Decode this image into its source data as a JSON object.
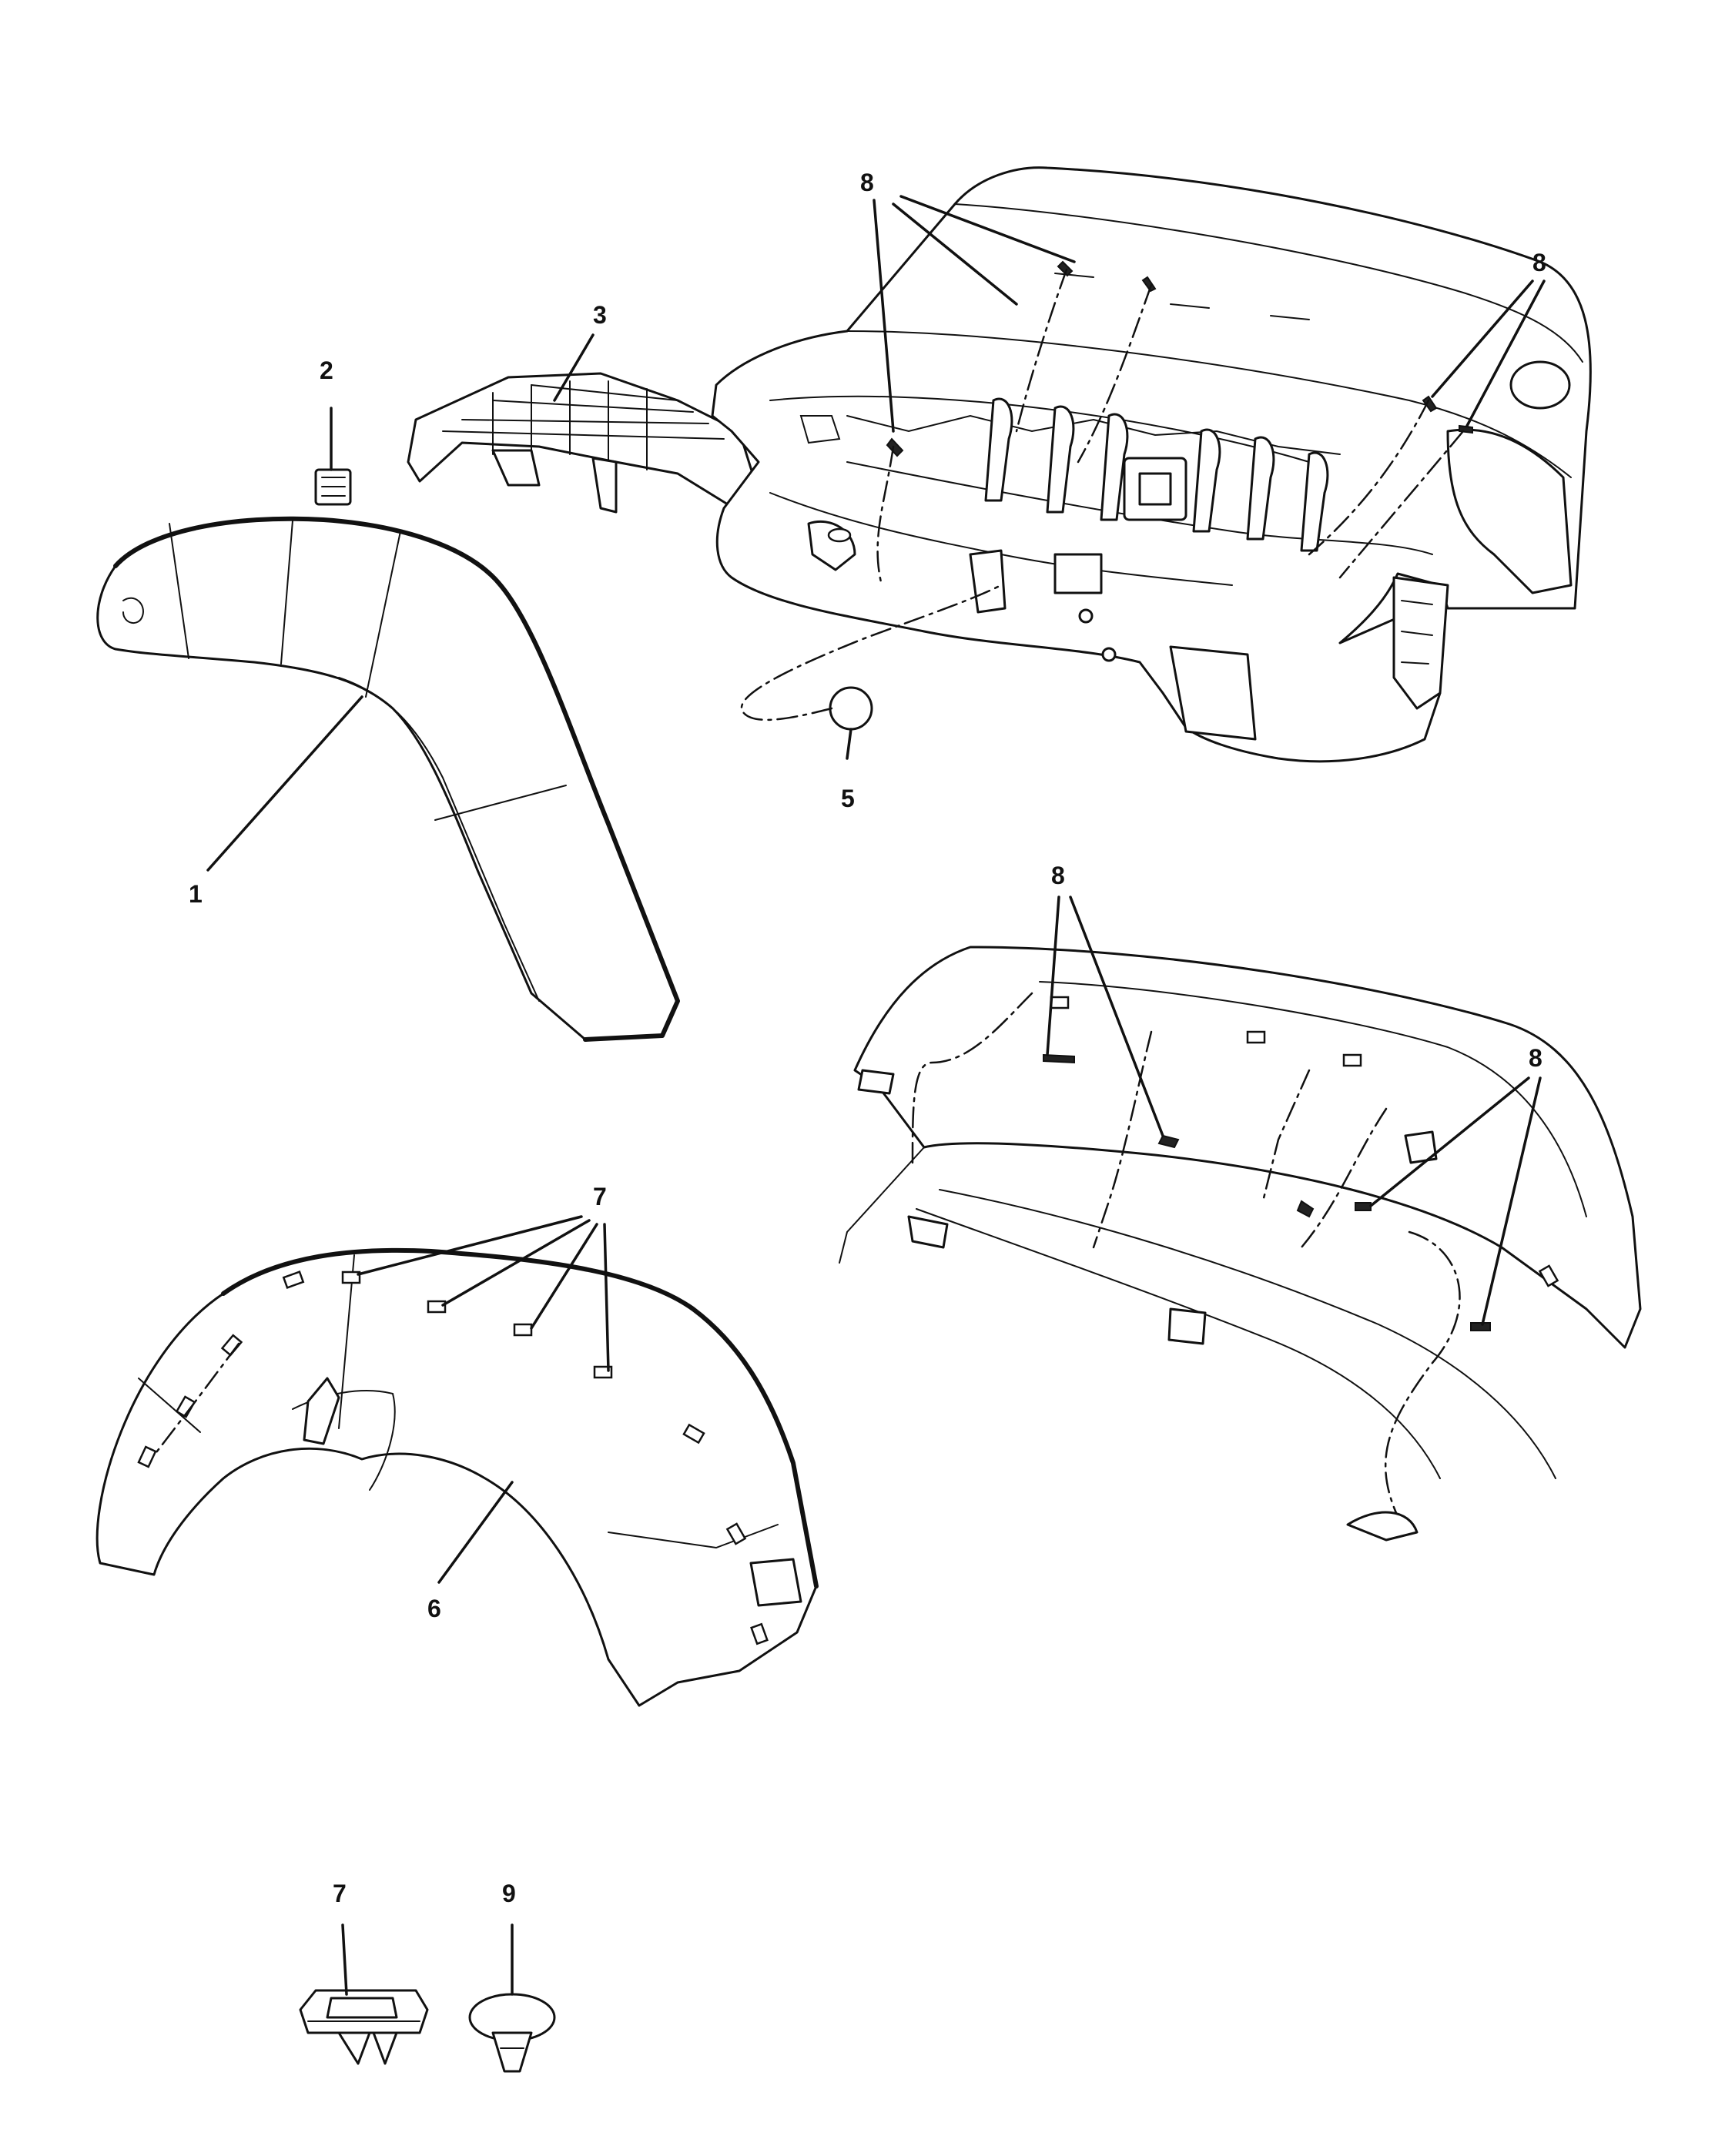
{
  "callouts": [
    {
      "id": "c1",
      "text": "1"
    },
    {
      "id": "c2",
      "text": "2"
    },
    {
      "id": "c3",
      "text": "3"
    },
    {
      "id": "c5",
      "text": "5"
    },
    {
      "id": "c6",
      "text": "6"
    },
    {
      "id": "c7a",
      "text": "7"
    },
    {
      "id": "c7b",
      "text": "7"
    },
    {
      "id": "c8a",
      "text": "8"
    },
    {
      "id": "c8b",
      "text": "8"
    },
    {
      "id": "c8c",
      "text": "8"
    },
    {
      "id": "c8d",
      "text": "8"
    },
    {
      "id": "c9",
      "text": "9"
    }
  ],
  "colors": {
    "line": "#111111",
    "background": "#ffffff"
  }
}
